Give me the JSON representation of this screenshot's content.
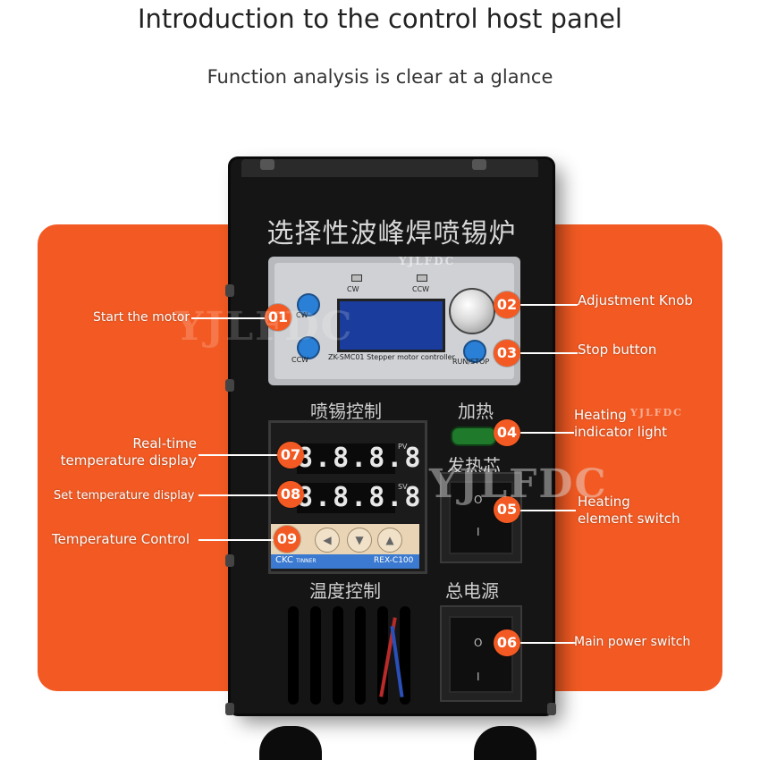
{
  "header": {
    "title": "Introduction to the control host panel",
    "subtitle": "Function analysis is clear at a glance"
  },
  "device": {
    "heading": "选择性波峰焊喷锡炉",
    "stepper": {
      "cw": "CW",
      "ccw": "CCW",
      "cw_btn": "CW",
      "ccw_btn": "CCW",
      "run_stop": "RUN/STOP",
      "model": "ZK-SMC01  Stepper motor controller"
    },
    "labels": {
      "solder_control": "喷锡控制",
      "heating": "加热",
      "heating_core": "发热芯",
      "temp_control": "温度控制",
      "main_power": "总电源"
    },
    "temp_controller": {
      "pv_value": "8.8.8.8",
      "sv_value": "8.8.8.8",
      "pv_tag": "PV",
      "sv_tag": "SV",
      "key_1": "◀",
      "key_2": "▼",
      "key_3": "▲",
      "brand": "CKC",
      "brand_small": "TINNER",
      "model": "REX-C100"
    },
    "switch": {
      "o": "O",
      "i": "I"
    }
  },
  "badges": {
    "b01": "01",
    "b02": "02",
    "b03": "03",
    "b04": "04",
    "b05": "05",
    "b06": "06",
    "b07": "07",
    "b08": "08",
    "b09": "09"
  },
  "callouts": {
    "c01": "Start the motor",
    "c02": "Adjustment Knob",
    "c03": "Stop button",
    "c04_line1": "Heating",
    "c04_line2": "indicator light",
    "c05_line1": "Heating",
    "c05_line2": "element switch",
    "c06": "Main power switch",
    "c07_line1": "Real-time",
    "c07_line2": "temperature display",
    "c08": "Set temperature display",
    "c09": "Temperature Control"
  },
  "watermark": {
    "text": "YJLFDC"
  },
  "colors": {
    "accent": "#f35a23",
    "device": "#151515",
    "lcd": "#1a3c9c",
    "button_blue": "#2a7fd6",
    "heat_light": "#1f7a2c"
  }
}
